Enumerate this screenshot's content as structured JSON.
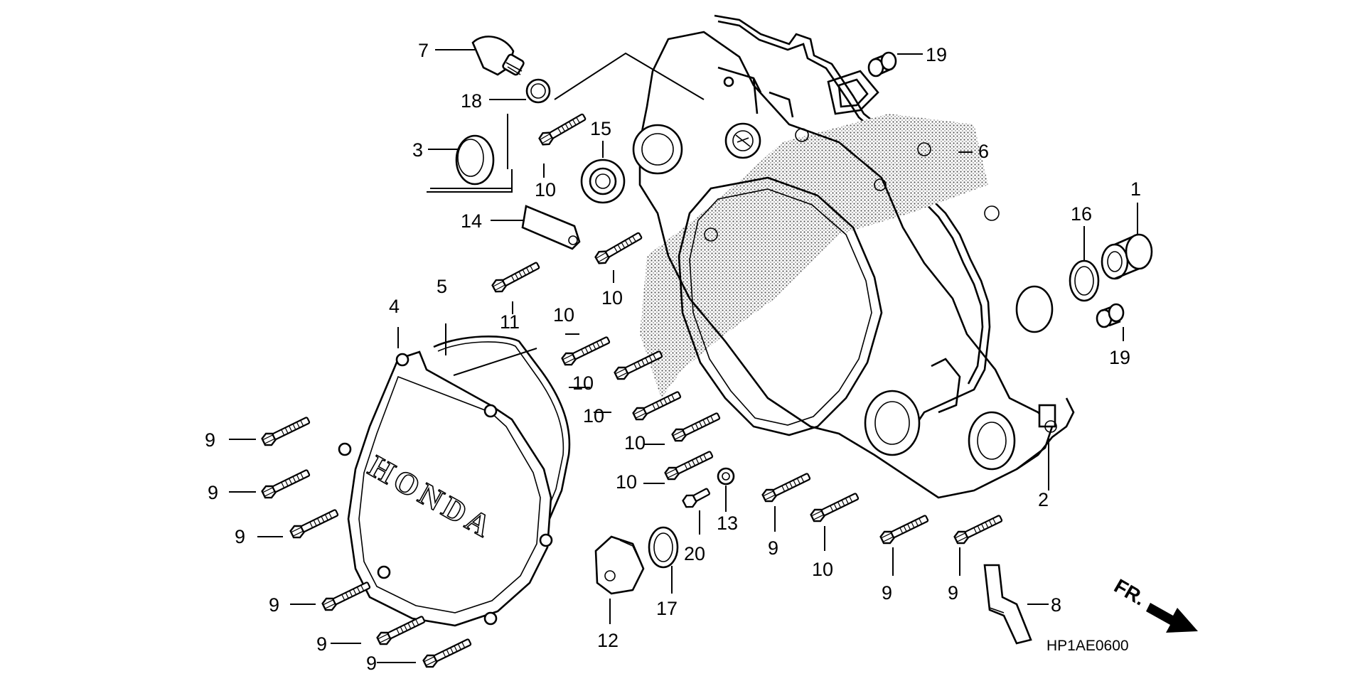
{
  "diagram": {
    "code": "HP1AE0600",
    "front_marker": "FR.",
    "brand_lettering": "HONDA",
    "callouts": [
      {
        "id": "c7",
        "text": "7"
      },
      {
        "id": "c18",
        "text": "18"
      },
      {
        "id": "c3",
        "text": "3"
      },
      {
        "id": "c15",
        "text": "15"
      },
      {
        "id": "c10a",
        "text": "10"
      },
      {
        "id": "c14",
        "text": "14"
      },
      {
        "id": "c10b",
        "text": "10"
      },
      {
        "id": "c11",
        "text": "11"
      },
      {
        "id": "c5",
        "text": "5"
      },
      {
        "id": "c4",
        "text": "4"
      },
      {
        "id": "c10c",
        "text": "10"
      },
      {
        "id": "c10d",
        "text": "10"
      },
      {
        "id": "c10e",
        "text": "10"
      },
      {
        "id": "c10f",
        "text": "10"
      },
      {
        "id": "c10g",
        "text": "10"
      },
      {
        "id": "c9a",
        "text": "9"
      },
      {
        "id": "c9b",
        "text": "9"
      },
      {
        "id": "c9c",
        "text": "9"
      },
      {
        "id": "c9d",
        "text": "9"
      },
      {
        "id": "c9e",
        "text": "9"
      },
      {
        "id": "c9f",
        "text": "9"
      },
      {
        "id": "c12",
        "text": "12"
      },
      {
        "id": "c17",
        "text": "17"
      },
      {
        "id": "c20",
        "text": "20"
      },
      {
        "id": "c13",
        "text": "13"
      },
      {
        "id": "c9g",
        "text": "9"
      },
      {
        "id": "c10h",
        "text": "10"
      },
      {
        "id": "c9h",
        "text": "9"
      },
      {
        "id": "c9i",
        "text": "9"
      },
      {
        "id": "c8",
        "text": "8"
      },
      {
        "id": "c2",
        "text": "2"
      },
      {
        "id": "c19a",
        "text": "19"
      },
      {
        "id": "c6",
        "text": "6"
      },
      {
        "id": "c1",
        "text": "1"
      },
      {
        "id": "c16",
        "text": "16"
      },
      {
        "id": "c19b",
        "text": "19"
      }
    ]
  }
}
